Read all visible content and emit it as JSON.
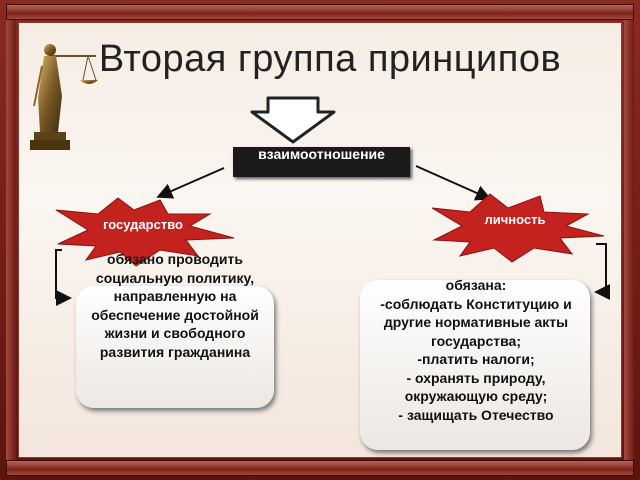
{
  "slide": {
    "title": "Вторая группа принципов",
    "center_label": "взаимоотношение",
    "left_star_label": "государство",
    "right_star_label": "личность",
    "left_text": "обязано проводить социальную политику, направленную на обеспечение достойной жизни и свободного развития гражданина",
    "right_text_lines": [
      "обязана:",
      "-соблюдать Конституцию и другие нормативные акты государства;",
      "-платить налоги;",
      "- охранять природу, окружающую среду;",
      "- защищать Отечество"
    ]
  },
  "colors": {
    "frame": "#7a1c14",
    "panel": "#f6ece4",
    "star": "#c4221e",
    "center_box": "#1a1a1a"
  },
  "icons": [
    "justice-statue-icon",
    "down-arrow-icon",
    "star-burst-icon"
  ]
}
